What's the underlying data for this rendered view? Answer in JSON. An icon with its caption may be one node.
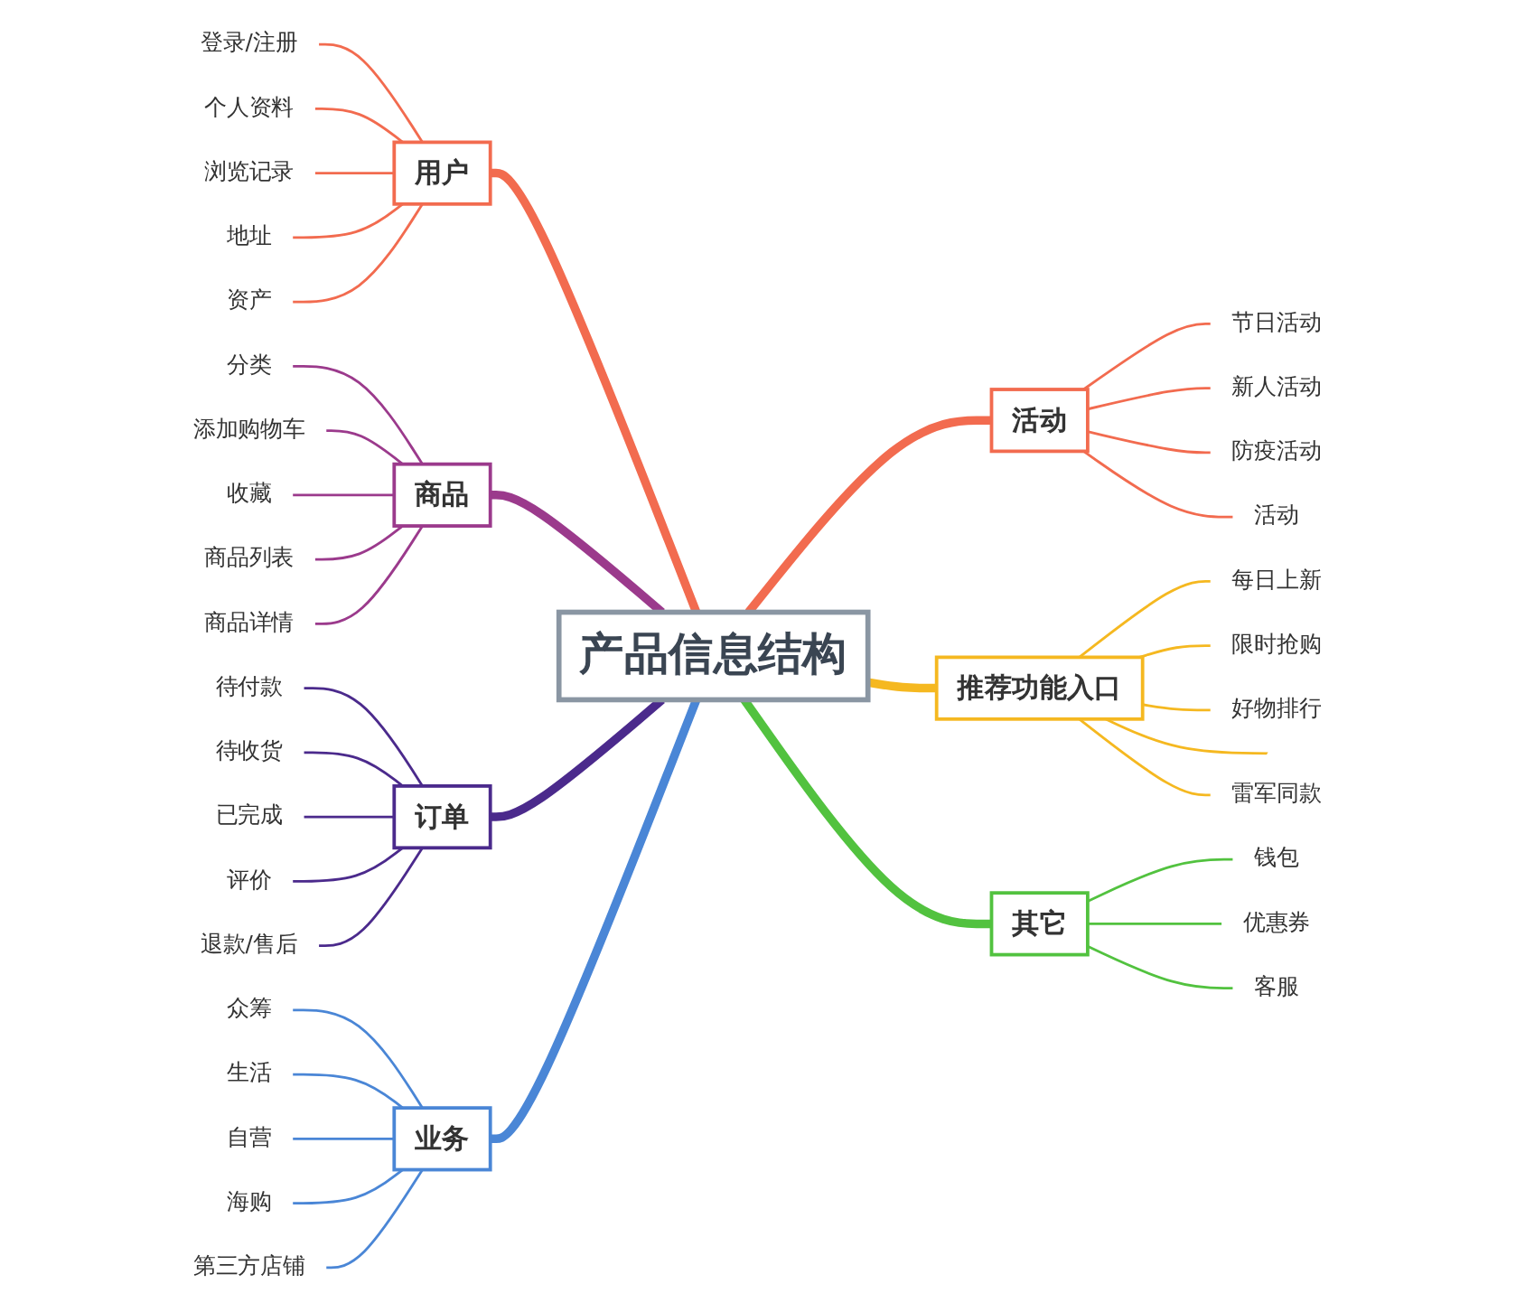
{
  "diagram": {
    "nodes": [
      {
        "text": [
          "产品信息结构"
        ]
      },
      {
        "text": [
          "用户"
        ]
      },
      {
        "text": [
          "登录/注册"
        ]
      },
      {
        "text": [
          "个人资料"
        ]
      },
      {
        "text": [
          "浏览记录"
        ]
      },
      {
        "text": [
          "地址"
        ]
      },
      {
        "text": [
          "资产"
        ]
      },
      {
        "text": [
          "商品"
        ]
      },
      {
        "text": [
          "分类"
        ]
      },
      {
        "text": [
          "添加购物车"
        ]
      },
      {
        "text": [
          "收藏"
        ]
      },
      {
        "text": [
          "商品列表"
        ]
      },
      {
        "text": [
          "商品详情"
        ]
      },
      {
        "text": [
          "订单"
        ]
      },
      {
        "text": [
          "待付款"
        ]
      },
      {
        "text": [
          "待收货"
        ]
      },
      {
        "text": [
          "已完成"
        ]
      },
      {
        "text": [
          "评价"
        ]
      },
      {
        "text": [
          "退款/售后"
        ]
      },
      {
        "text": [
          "业务"
        ]
      },
      {
        "text": [
          "众筹"
        ]
      },
      {
        "text": [
          "生活"
        ]
      },
      {
        "text": [
          "自营"
        ]
      },
      {
        "text": [
          "海购"
        ]
      },
      {
        "text": [
          "第三方店铺"
        ]
      },
      {
        "text": [
          "活动"
        ]
      },
      {
        "text": [
          "节日活动"
        ]
      },
      {
        "text": [
          "新人活动"
        ]
      },
      {
        "text": [
          "防疫活动"
        ]
      },
      {
        "text": [
          "活动"
        ]
      },
      {
        "text": [
          "推荐功能入口"
        ]
      },
      {
        "text": [
          "每日上新"
        ]
      },
      {
        "text": [
          "限时抢购"
        ]
      },
      {
        "text": [
          "好物排行"
        ]
      },
      {
        "text": [],
        "shape": "bar"
      },
      {
        "text": [
          "雷军同款"
        ]
      },
      {
        "text": [
          "其它"
        ]
      },
      {
        "text": [
          "钱包"
        ]
      },
      {
        "text": [
          "优惠券"
        ]
      },
      {
        "text": [
          "客服"
        ]
      }
    ],
    "edges": [
      {
        "from": 2,
        "to": 1,
        "arrow": "none",
        "color": "#f26b4f"
      },
      {
        "from": 3,
        "to": 1,
        "arrow": "none",
        "color": "#f26b4f"
      },
      {
        "from": 4,
        "to": 1,
        "arrow": "none",
        "color": "#f26b4f"
      },
      {
        "from": 5,
        "to": 1,
        "arrow": "none",
        "color": "#f26b4f"
      },
      {
        "from": 6,
        "to": 1,
        "arrow": "none",
        "color": "#f26b4f"
      },
      {
        "from": 1,
        "to": 0,
        "arrow": "none",
        "style": "thick",
        "color": "#f26b4f"
      },
      {
        "from": 8,
        "to": 7,
        "arrow": "none",
        "color": "#9b3a8c"
      },
      {
        "from": 9,
        "to": 7,
        "arrow": "none",
        "color": "#9b3a8c"
      },
      {
        "from": 10,
        "to": 7,
        "arrow": "none",
        "color": "#9b3a8c"
      },
      {
        "from": 11,
        "to": 7,
        "arrow": "none",
        "color": "#9b3a8c"
      },
      {
        "from": 12,
        "to": 7,
        "arrow": "none",
        "color": "#9b3a8c"
      },
      {
        "from": 7,
        "to": 0,
        "arrow": "none",
        "style": "thick",
        "color": "#9b3a8c"
      },
      {
        "from": 14,
        "to": 13,
        "arrow": "none",
        "color": "#4b2a8c"
      },
      {
        "from": 15,
        "to": 13,
        "arrow": "none",
        "color": "#4b2a8c"
      },
      {
        "from": 16,
        "to": 13,
        "arrow": "none",
        "color": "#4b2a8c"
      },
      {
        "from": 17,
        "to": 13,
        "arrow": "none",
        "color": "#4b2a8c"
      },
      {
        "from": 18,
        "to": 13,
        "arrow": "none",
        "color": "#4b2a8c"
      },
      {
        "from": 13,
        "to": 0,
        "arrow": "none",
        "style": "thick",
        "color": "#4b2a8c"
      },
      {
        "from": 20,
        "to": 19,
        "arrow": "none",
        "color": "#4a86d6"
      },
      {
        "from": 21,
        "to": 19,
        "arrow": "none",
        "color": "#4a86d6"
      },
      {
        "from": 22,
        "to": 19,
        "arrow": "none",
        "color": "#4a86d6"
      },
      {
        "from": 23,
        "to": 19,
        "arrow": "none",
        "color": "#4a86d6"
      },
      {
        "from": 24,
        "to": 19,
        "arrow": "none",
        "color": "#4a86d6"
      },
      {
        "from": 19,
        "to": 0,
        "arrow": "none",
        "style": "thick",
        "color": "#4a86d6"
      },
      {
        "from": 0,
        "to": 25,
        "arrow": "none",
        "style": "thick",
        "color": "#f26b4f"
      },
      {
        "from": 25,
        "to": 26,
        "arrow": "none",
        "color": "#f26b4f"
      },
      {
        "from": 25,
        "to": 27,
        "arrow": "none",
        "color": "#f26b4f"
      },
      {
        "from": 25,
        "to": 28,
        "arrow": "none",
        "color": "#f26b4f"
      },
      {
        "from": 25,
        "to": 29,
        "arrow": "none",
        "color": "#f26b4f"
      },
      {
        "from": 0,
        "to": 30,
        "arrow": "none",
        "style": "thick",
        "color": "#f5b820"
      },
      {
        "from": 30,
        "to": 31,
        "arrow": "none",
        "color": "#f5b820"
      },
      {
        "from": 30,
        "to": 32,
        "arrow": "none",
        "color": "#f5b820"
      },
      {
        "from": 30,
        "to": 33,
        "arrow": "none",
        "color": "#f5b820"
      },
      {
        "from": 30,
        "to": 34,
        "arrow": "none",
        "color": "#f5b820"
      },
      {
        "from": 30,
        "to": 35,
        "arrow": "none",
        "color": "#f5b820"
      },
      {
        "from": 0,
        "to": 36,
        "arrow": "none",
        "style": "thick",
        "color": "#52c23f"
      },
      {
        "from": 36,
        "to": 37,
        "arrow": "none",
        "color": "#52c23f"
      },
      {
        "from": 36,
        "to": 38,
        "arrow": "none",
        "color": "#52c23f"
      },
      {
        "from": 36,
        "to": 39,
        "arrow": "none",
        "color": "#52c23f"
      }
    ]
  }
}
